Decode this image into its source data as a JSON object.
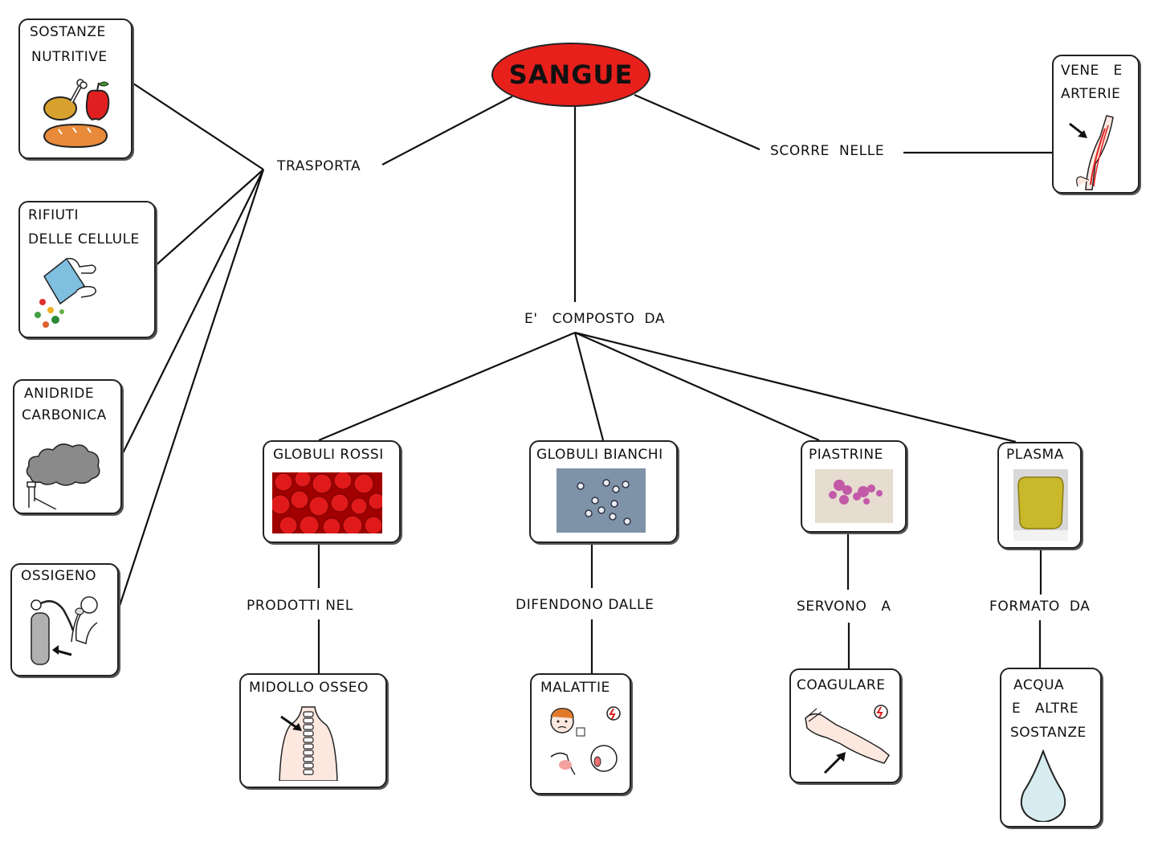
{
  "root": {
    "label": "SANGUE"
  },
  "links": {
    "transports": "TRASPORTA",
    "flows_in": "SCORRE  NELLE",
    "composed_of": "E'   COMPOSTO  DA",
    "produced_in": "PRODOTTI NEL",
    "defend_from": "DIFENDONO DALLE",
    "serve_to": "SERVONO   A",
    "formed_by": "FORMATO  DA"
  },
  "transported": [
    {
      "line1": "SOSTANZE",
      "line2": "NUTRITIVE",
      "icon": "food-icon"
    },
    {
      "line1": "RIFIUTI",
      "line2": "DELLE CELLULE",
      "icon": "waste-icon"
    },
    {
      "line1": "ANIDRIDE",
      "line2": "CARBONICA",
      "icon": "smoke-icon"
    },
    {
      "line1": "OSSIGENO",
      "line2": "",
      "icon": "oxygen-icon"
    }
  ],
  "vessels": {
    "line1": "VENE   E",
    "line2": "ARTERIE",
    "icon": "arm-veins-icon"
  },
  "components": [
    {
      "label": "GLOBULI ROSSI",
      "icon": "red-cells-photo",
      "target": "MIDOLLO OSSEO",
      "target_icon": "spine-icon"
    },
    {
      "label": "GLOBULI BIANCHI",
      "icon": "white-cells-photo",
      "target": "MALATTIE",
      "target_icon": "sick-person-icon"
    },
    {
      "label": "PIASTRINE",
      "icon": "platelets-photo",
      "target": "COAGULARE",
      "target_icon": "arm-wound-icon"
    },
    {
      "label": "PLASMA",
      "icon": "plasma-bag-photo",
      "target_line1": "ACQUA",
      "target_line2": "E   ALTRE",
      "target_line3": "SOSTANZE",
      "target_icon": "water-drop-icon"
    }
  ],
  "colors": {
    "root_fill": "#e8201c",
    "line": "#111111"
  }
}
